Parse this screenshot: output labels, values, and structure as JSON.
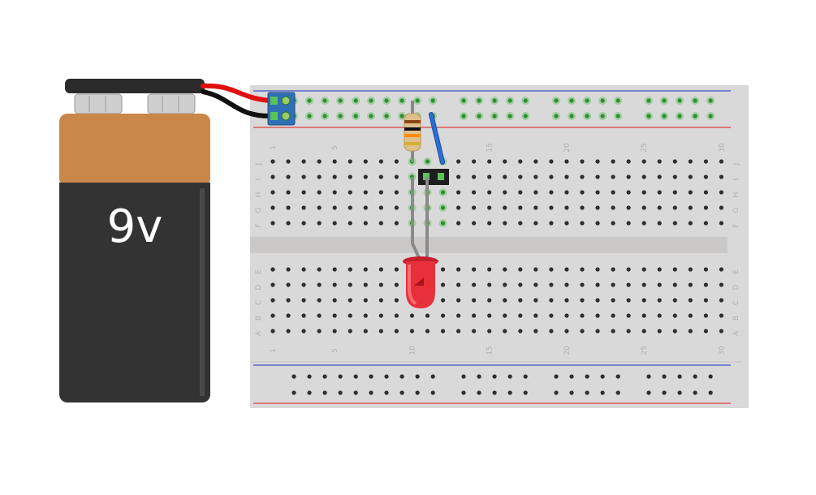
{
  "battery": {
    "label": "9v",
    "colors": {
      "cap": "#c9874a",
      "body": "#333333",
      "clip": "#2b2b2b",
      "terminal": "#cfcfcf"
    }
  },
  "breadboard": {
    "columns": 30,
    "rows_top": [
      "J",
      "I",
      "H",
      "G",
      "F"
    ],
    "rows_bottom": [
      "E",
      "D",
      "C",
      "B",
      "A"
    ],
    "column_labels": [
      "1",
      "5",
      "10",
      "15",
      "20",
      "25",
      "30"
    ],
    "colors": {
      "board": "#d9d9d9",
      "hole": "#2e2e2e",
      "active_hole": "#5ac25a",
      "red_rail": "#e04040",
      "blue_rail": "#3b4fc8",
      "label": "#b0b0b0"
    }
  },
  "wires": {
    "positive": "#e01010",
    "negative": "#111111",
    "jumper": "#2a6fd6",
    "lead": "#8a8a8a"
  },
  "led": {
    "color": "#e8303a",
    "highlight": "#ff7a80"
  },
  "resistor": {
    "body": "#e0c08a",
    "bands": [
      "#8b4513",
      "#111111",
      "#ff8c00",
      "#d4af37"
    ]
  }
}
